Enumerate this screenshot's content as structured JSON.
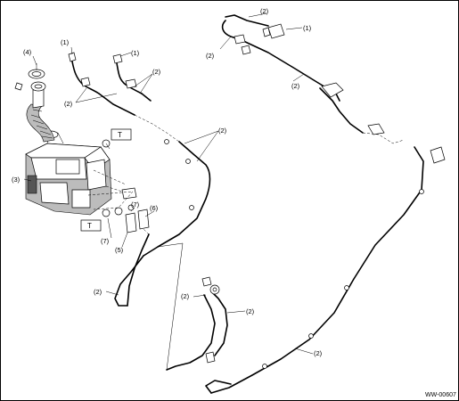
{
  "callouts": {
    "c1": "(1)",
    "c2": "(2)",
    "c3": "(3)",
    "c4": "(4)",
    "c5": "(5)",
    "c6": "(6)",
    "c7": "(7)"
  },
  "torque_boxes": {
    "upper": "T",
    "lower": "T"
  },
  "diagram_code": "WW-00607",
  "colors": {
    "line": "#000000",
    "shade": "#bcbcbc",
    "background": "#ffffff"
  }
}
